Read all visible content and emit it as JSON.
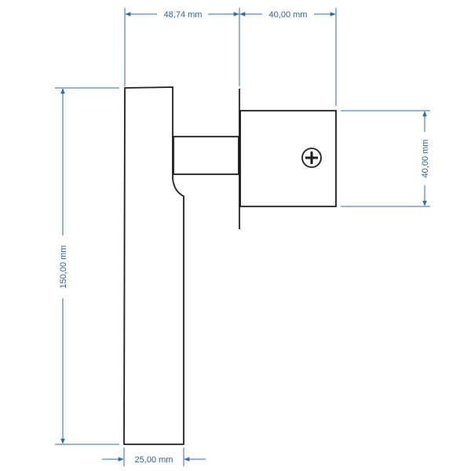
{
  "colors": {
    "outline": "#1a1a1a",
    "dimension": "#2f6a9a",
    "dimension_text": "#2f5f8a",
    "background": "#ffffff"
  },
  "dimensions": {
    "handle_offset_width": "48,74 mm",
    "rose_width": "40,00 mm",
    "rose_height": "40,00 mm",
    "handle_length": "150,00 mm",
    "handle_thickness": "25,00 mm"
  },
  "icons": {
    "screw": "plus-screw-icon"
  }
}
